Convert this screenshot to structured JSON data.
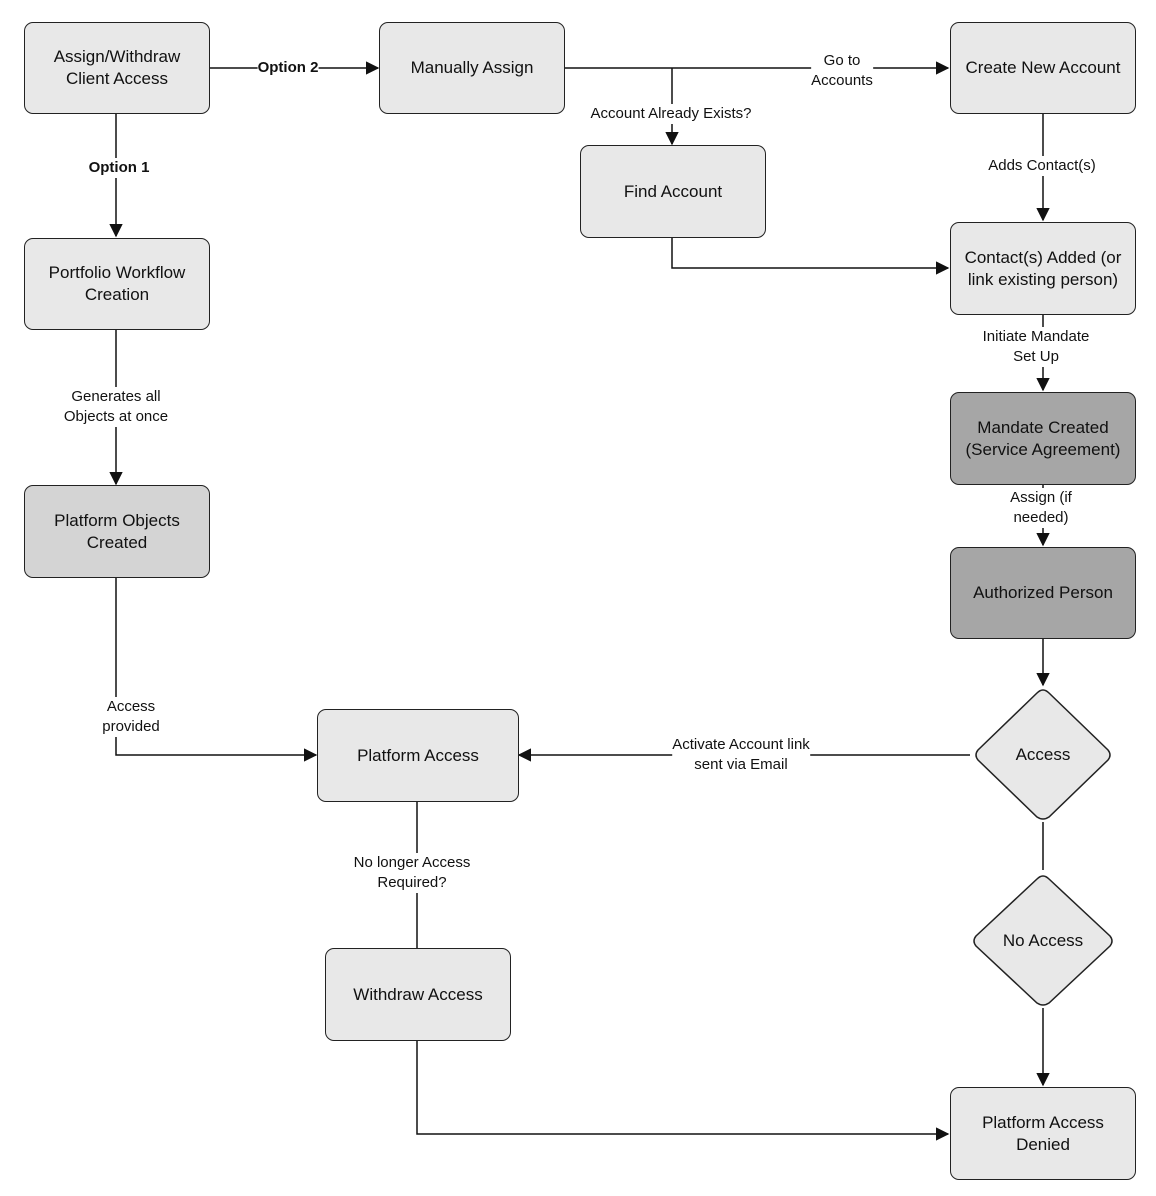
{
  "nodes": {
    "assign_withdraw": "Assign/Withdraw\nClient Access",
    "manually_assign": "Manually Assign",
    "create_new_account": "Create New Account",
    "find_account": "Find Account",
    "contacts_added": "Contact(s) Added (or\nlink existing person)",
    "portfolio_workflow": "Portfolio Workflow\nCreation",
    "mandate_created": "Mandate Created\n(Service Agreement)",
    "authorized_person": "Authorized Person",
    "platform_objects": "Platform Objects\nCreated",
    "platform_access": "Platform Access",
    "access": "Access",
    "no_access": "No Access",
    "withdraw_access": "Withdraw Access",
    "platform_access_denied": "Platform Access\nDenied"
  },
  "edge_labels": {
    "option_2": "Option 2",
    "option_1": "Option 1",
    "go_to_accounts": "Go to\nAccounts",
    "account_already_exists": "Account Already Exists?",
    "adds_contacts": "Adds Contact(s)",
    "initiate_mandate": "Initiate Mandate Set Up",
    "generates_all": "Generates all\nObjects at once",
    "assign_if_needed": "Assign (if needed)",
    "access_provided": "Access\nprovided",
    "activate_link": "Activate Account link\nsent via Email",
    "no_longer_required": "No longer Access\nRequired?"
  }
}
